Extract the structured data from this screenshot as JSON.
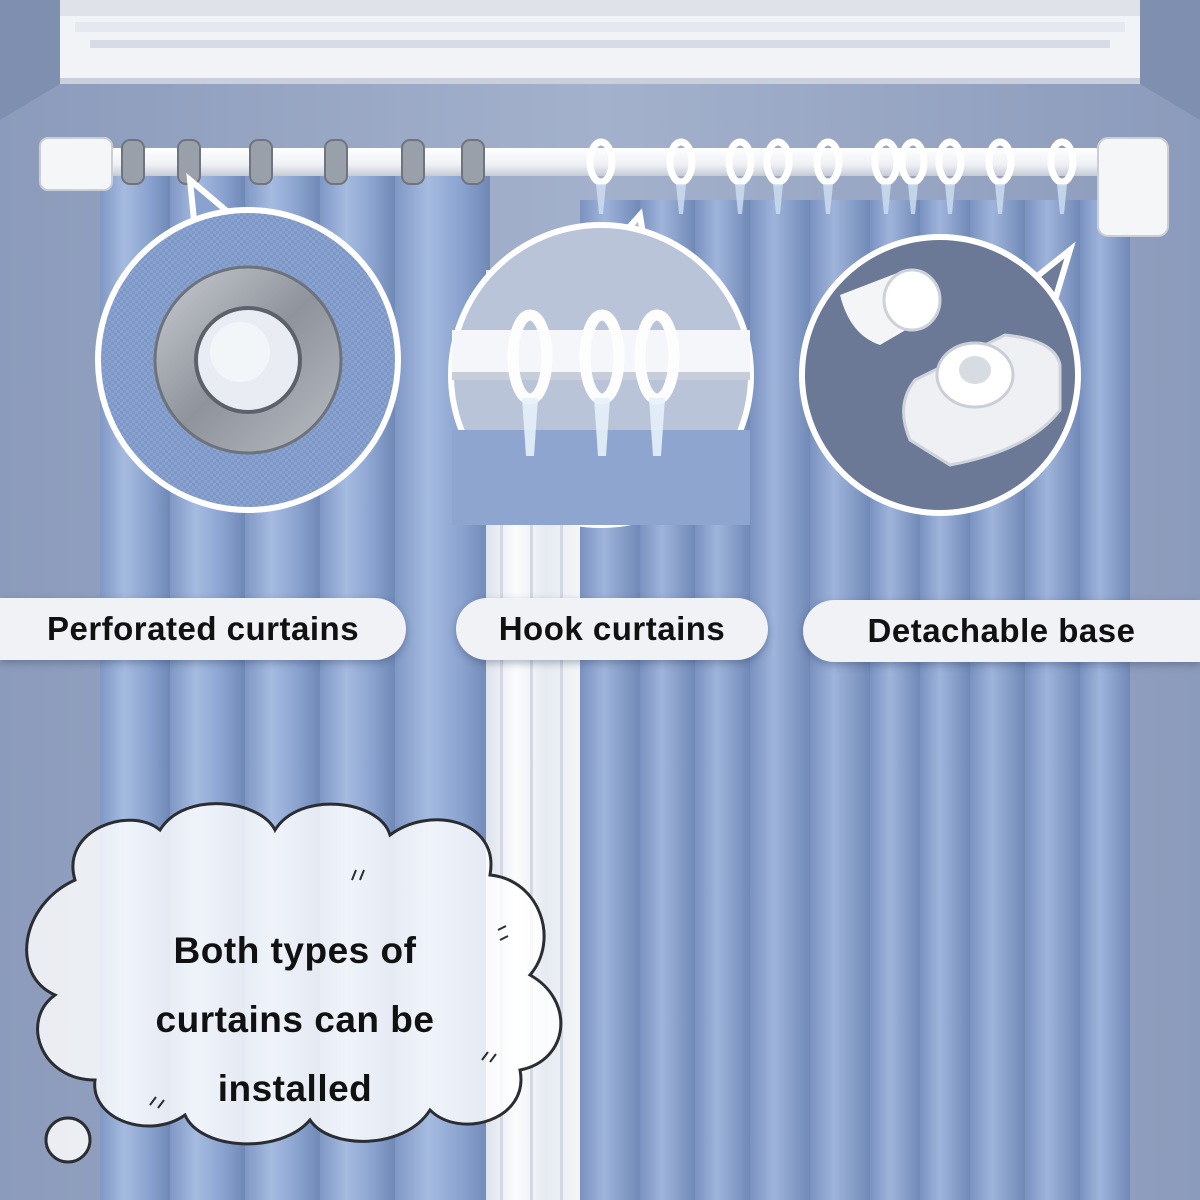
{
  "labels": {
    "perforated": "Perforated curtains",
    "hook": "Hook curtains",
    "base": "Detachable base"
  },
  "cloud": {
    "line1": "Both types of",
    "line2": "curtains can be",
    "line3": "installed"
  },
  "colors": {
    "wall": "#98a8c6",
    "curtain_blue": "#8ea7d2",
    "sheer_white": "#f4f5f8",
    "rod_white": "#f7f8fa",
    "pill_bg": "#f1f2f5",
    "text": "#111111"
  },
  "icons": {
    "grommet": "grommet-ring-icon",
    "hook_rings": "hook-ring-icon",
    "base": "rod-base-icon",
    "cloud": "thought-cloud-icon"
  }
}
